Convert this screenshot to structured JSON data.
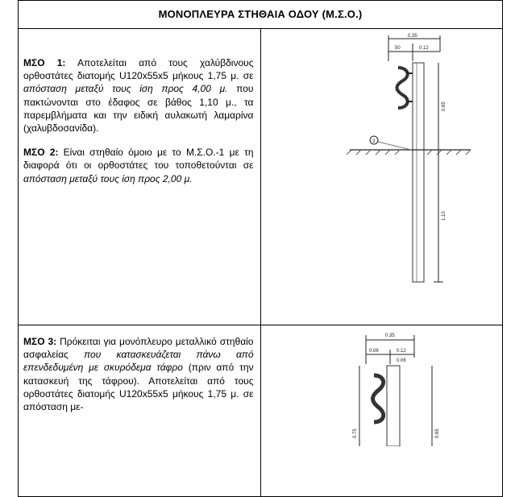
{
  "title": "ΜΟΝΟΠΛΕΥΡΑ ΣΤΗΘΑΙΑ ΟΔΟΥ (Μ.Σ.Ο.)",
  "mso1": {
    "label": "ΜΣΟ 1:",
    "t1": " Αποτελείται από τους χαλύβδινους ορθοστάτες διατομής U120x55x5 μήκους 1,75 μ. σε ",
    "i1": "απόσταση μεταξύ τους ίση προς 4,00 μ.",
    "t2": " που πακτώνονται στο έδαφος σε βάθος 1,10 μ., τα παρεμβλήματα και την ειδική αυλακωτή λαμαρίνα (χαλυβδοσανίδα)."
  },
  "mso2": {
    "label": "ΜΣΟ 2:",
    "t1": " Είναι στηθαίο όμοιο με το Μ.Σ.Ο.-1 με τη διαφορά ότι οι ορθοστάτες του τοποθετούνται σε ",
    "i1": "απόσταση μεταξύ τους ίση προς 2,00 μ."
  },
  "mso3": {
    "label": "ΜΣΟ 3:",
    "t1": " Πρόκειται για μονόπλευρο μεταλλικό στηθαίο ασφαλείας ",
    "i1": "που κατασκευάζεται πάνω από επενδεδυμένη με σκυρόδεμα τάφρο",
    "t2": " (πριν από την κατασκευή της τάφρου). Αποτελείται από τους ορθοστάτες διατομής U120x55x5 μήκους 1,75 μ. σε απόσταση με-"
  },
  "drawing1": {
    "dim_top": "0.35",
    "dim_a": "50",
    "dim_b": "0.12",
    "marker": "3",
    "dim_upper": "0.65",
    "dim_lower": "1.10"
  },
  "drawing2": {
    "dim_top": "0.35",
    "dim_a": "0.06",
    "dim_b": "0.12",
    "dim_c": "0.06",
    "dim_left": "0.75",
    "dim_right": "0.65"
  }
}
